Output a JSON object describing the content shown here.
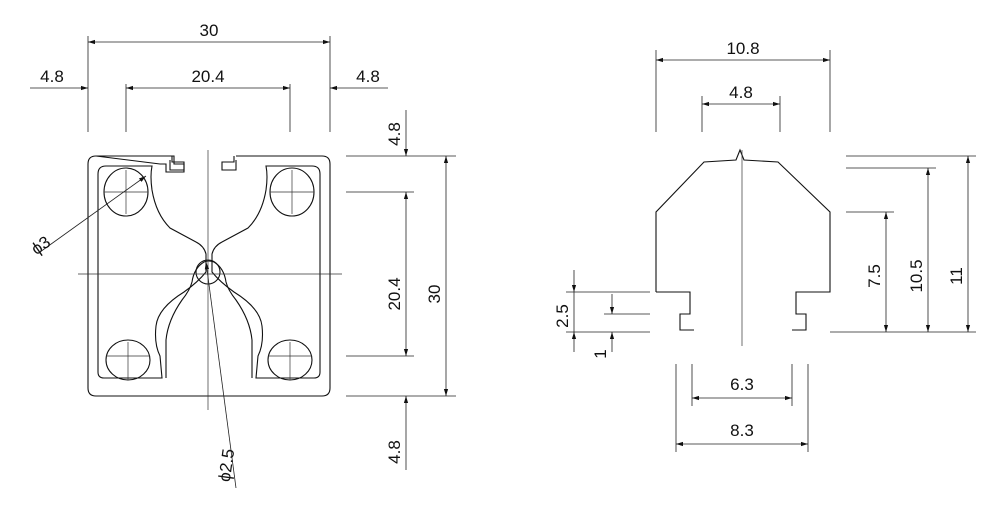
{
  "colors": {
    "line": "#111111",
    "background": "#ffffff"
  },
  "front_view": {
    "overall_width": "30",
    "side_margin_left": "4.8",
    "center_span": "20.4",
    "side_margin_right": "4.8",
    "overall_height": "30",
    "top_margin": "4.8",
    "center_height": "20.4",
    "bottom_margin": "4.8",
    "diameter_hole": "ϕ3",
    "diameter_center": "ϕ2.5"
  },
  "slot_view": {
    "top_width": "10.8",
    "tip_width": "4.8",
    "inner_width": "6.3",
    "outer_width": "8.3",
    "height_75": "7.5",
    "height_105": "10.5",
    "height_11": "11",
    "lip_25": "2.5",
    "lip_1": "1"
  }
}
